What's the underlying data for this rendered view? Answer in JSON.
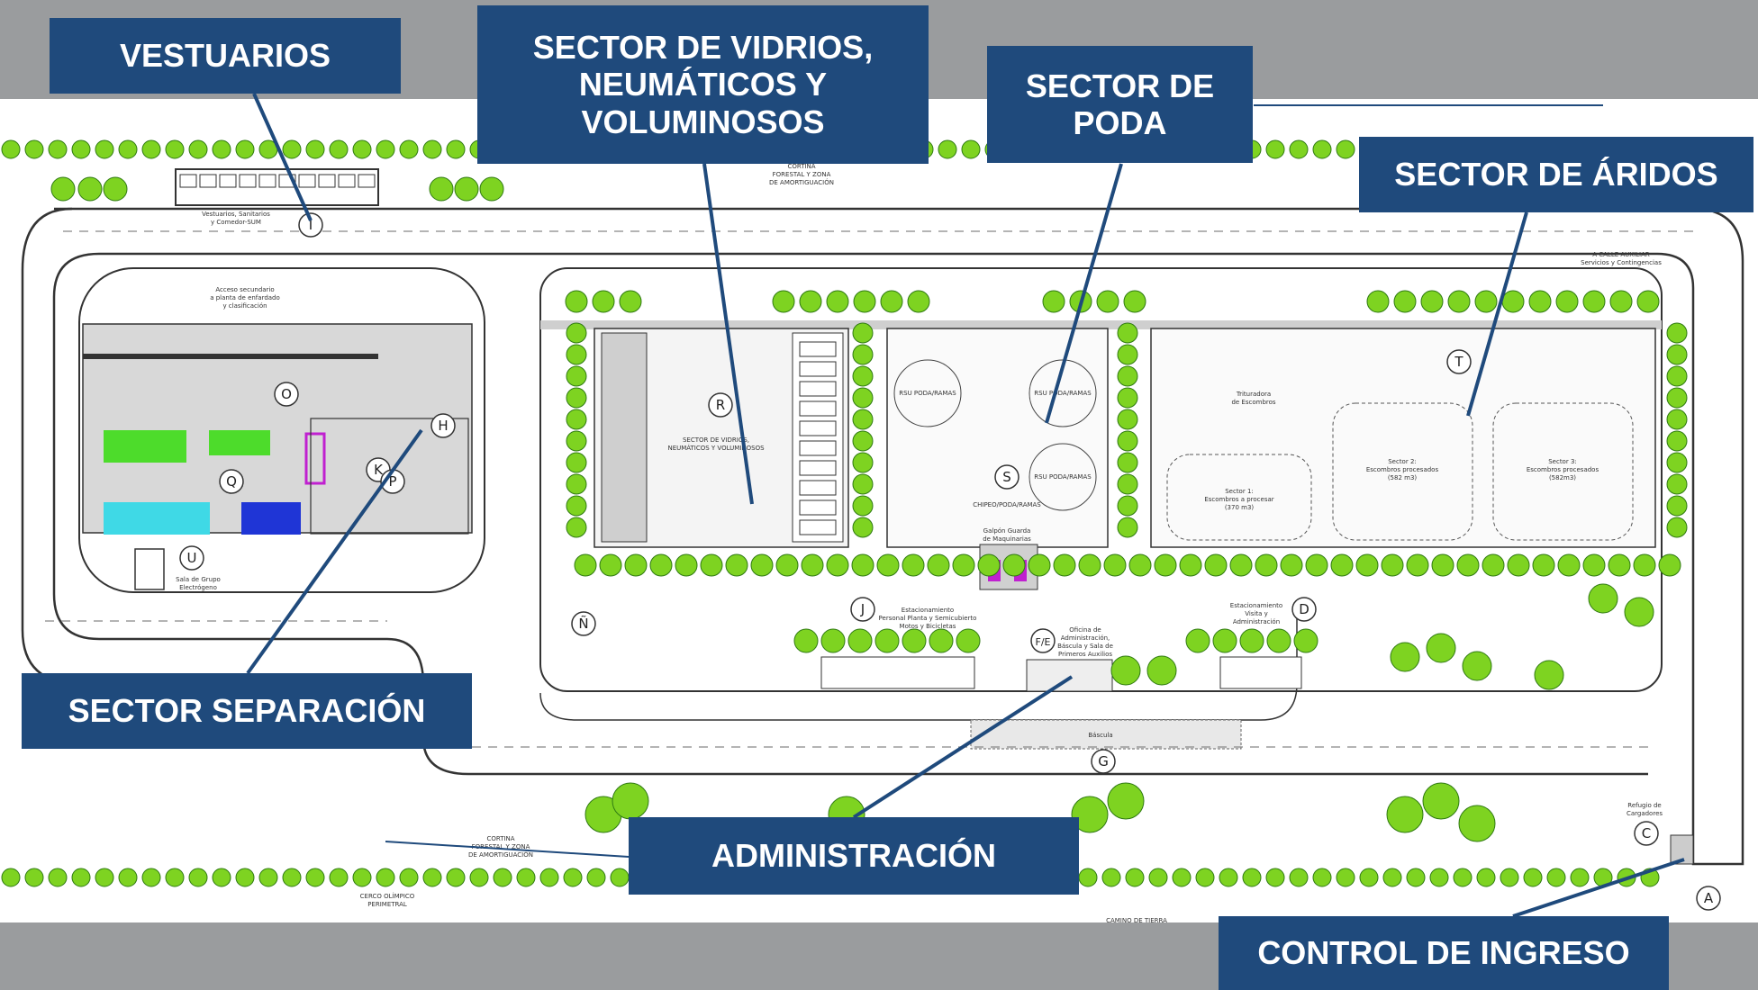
{
  "callouts": {
    "vestuarios": "VESTUARIOS",
    "vidrios": "SECTOR DE VIDRIOS, NEUMÁTICOS Y VOLUMINOSOS",
    "poda": "SECTOR DE PODA",
    "aridos": "SECTOR DE ÁRIDOS",
    "separacion": "SECTOR SEPARACIÓN",
    "administracion": "ADMINISTRACIÓN",
    "control_ingreso": "CONTROL DE INGRESO"
  },
  "plan_labels": {
    "cortina_top": "CORTINA",
    "forestal_top": "FORESTAL Y ZONA",
    "amort_top": "DE AMORTIGUACIÓN",
    "vestuarios_small_1": "Vestuarios, Sanitarios",
    "vestuarios_small_2": "y Comedor-SUM",
    "acceso_sec_1": "Acceso secundario",
    "acceso_sec_2": "a planta de enfardado",
    "acceso_sec_3": "y clasificación",
    "calle_aux_1": "A CALLE AUXILIAR",
    "calle_aux_2": "Servicios y Contingencias",
    "sector_vidrios_1": "SECTOR DE VIDRIOS,",
    "sector_vidrios_2": "NEUMÁTICOS Y VOLUMINOSOS",
    "rsu_poda_1": "RSU PODA/RAMAS",
    "rsu_poda_2": "RSU PODA/RAMAS",
    "rsu_poda_3": "RSU PODA/RAMAS",
    "chipeo": "CHIPEO/PODA/RAMAS",
    "galpon_1": "Galpón Guarda",
    "galpon_2": "de Maquinarias",
    "trituradora_1": "Trituradora",
    "trituradora_2": "de Escombros",
    "sector1_1": "Sector 1:",
    "sector1_2": "Escombros a procesar",
    "sector1_3": "(370 m3)",
    "sector2_1": "Sector 2:",
    "sector2_2": "Escombros procesados",
    "sector2_3": "(582 m3)",
    "sector3_1": "Sector 3:",
    "sector3_2": "Escombros procesados",
    "sector3_3": "(582m3)",
    "estac_personal_1": "Estacionamiento",
    "estac_personal_2": "Personal Planta y Semicubierto",
    "estac_personal_3": "Motos y Bicicletas",
    "oficina_1": "Oficina de",
    "oficina_2": "Administración,",
    "oficina_3": "Báscula y Sala de",
    "oficina_4": "Primeros Auxilios",
    "estac_visita_1": "Estacionamiento",
    "estac_visita_2": "Visita y",
    "estac_visita_3": "Administración",
    "sala_grupo_1": "Sala de Grupo",
    "sala_grupo_2": "Electrógeno",
    "refugio_1": "Refugio de",
    "refugio_2": "Cargadores",
    "cortina_bot_1": "CORTINA",
    "cortina_bot_2": "FORESTAL Y ZONA",
    "cortina_bot_3": "DE AMORTIGUACIÓN",
    "cerco": "CERCO OLÍMPICO",
    "perimetral": "PERIMETRAL",
    "camino": "CAMINO DE TIERRA",
    "bascula": "Báscula"
  },
  "zone_letters": [
    "I",
    "R",
    "S",
    "T",
    "O",
    "H",
    "K",
    "P",
    "Q",
    "U",
    "J",
    "F/E",
    "D",
    "Ñ",
    "G",
    "C",
    "A"
  ],
  "colors": {
    "callout_bg": "#1f4a7c",
    "tree_green": "#7ed321",
    "frame_gray": "#9a9c9e"
  }
}
